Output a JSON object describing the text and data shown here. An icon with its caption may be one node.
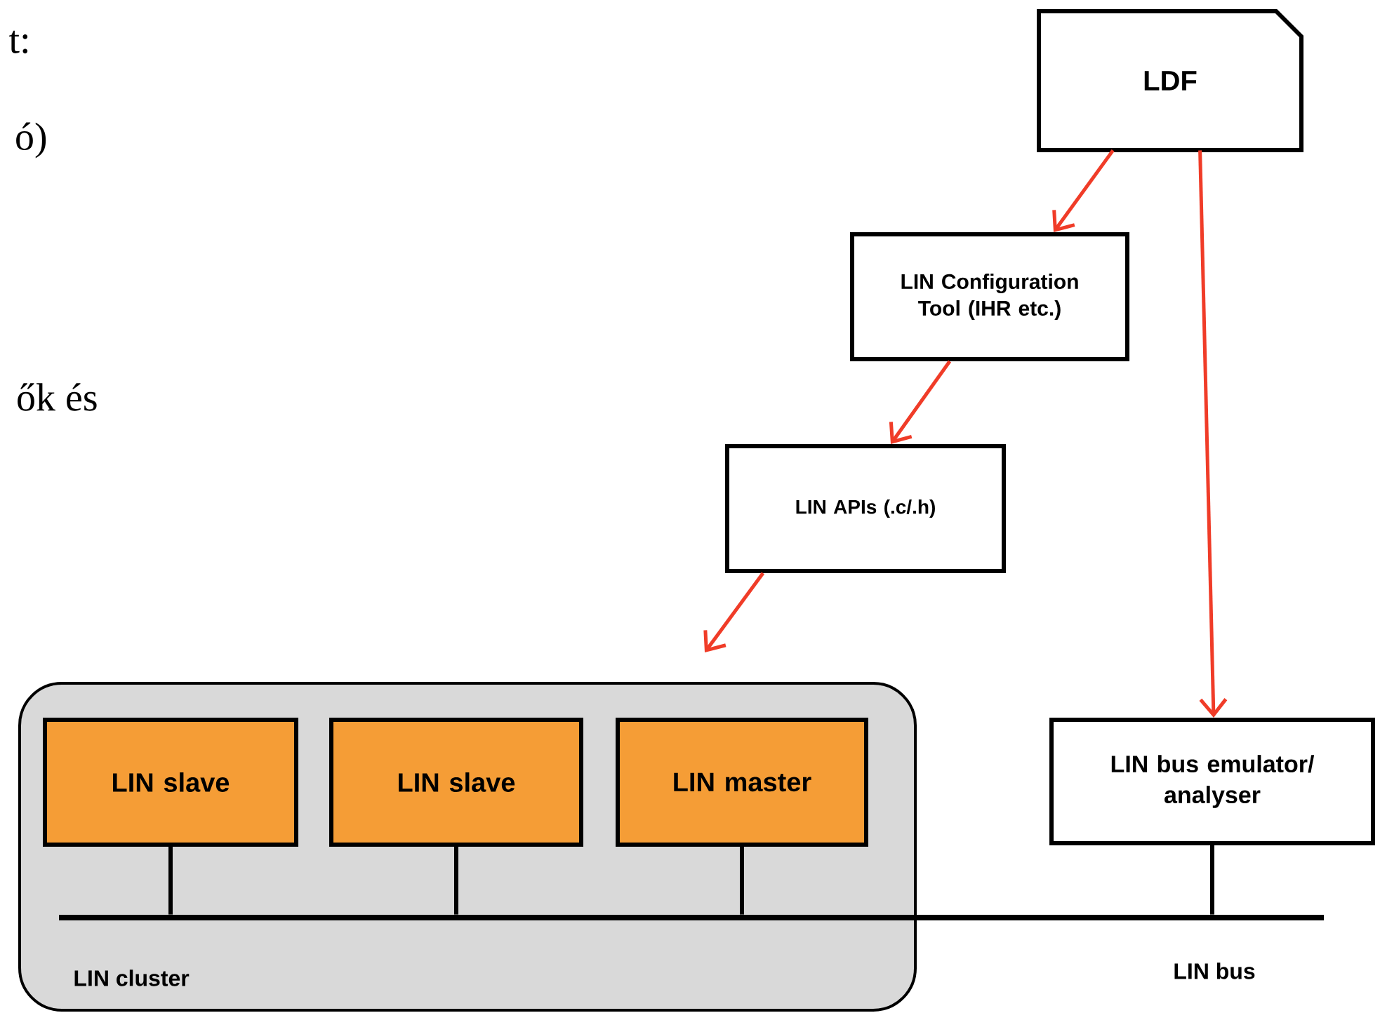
{
  "diagram": {
    "nodes": [
      {
        "text": [
          "LDF"
        ]
      },
      {
        "text": [
          "LIN Configuration Tool (IHR etc.)"
        ]
      },
      {
        "text": [
          "LIN APIs (.c/.h)"
        ]
      },
      {
        "text": [
          "LIN cluster"
        ]
      },
      {
        "text": [
          "LIN slave"
        ],
        "in": 3
      },
      {
        "text": [
          "LIN slave"
        ],
        "in": 3
      },
      {
        "text": [
          "LIN master"
        ],
        "in": 3
      },
      {
        "text": [
          "LIN bus emulator/ analyser"
        ]
      },
      {
        "text": [],
        "shape": "bar",
        "beside": [
          "LIN bus"
        ]
      }
    ],
    "edges": [
      {
        "from": 0,
        "to": 1,
        "arrow": "to",
        "color": "#f03c28"
      },
      {
        "from": 1,
        "to": 2,
        "arrow": "to",
        "color": "#f03c28"
      },
      {
        "from": 2,
        "to": 3,
        "arrow": "to",
        "color": "#f03c28"
      },
      {
        "from": 0,
        "to": 7,
        "arrow": "to",
        "color": "#f03c28"
      },
      {
        "from": 4,
        "to": 8,
        "arrow": "none",
        "color": "#000000"
      },
      {
        "from": 5,
        "to": 8,
        "arrow": "none",
        "color": "#000000"
      },
      {
        "from": 6,
        "to": 8,
        "arrow": "none",
        "color": "#000000"
      },
      {
        "from": 7,
        "to": 8,
        "arrow": "none",
        "color": "#000000"
      }
    ],
    "labels": [
      "t:",
      "ó)",
      "ők és"
    ]
  }
}
